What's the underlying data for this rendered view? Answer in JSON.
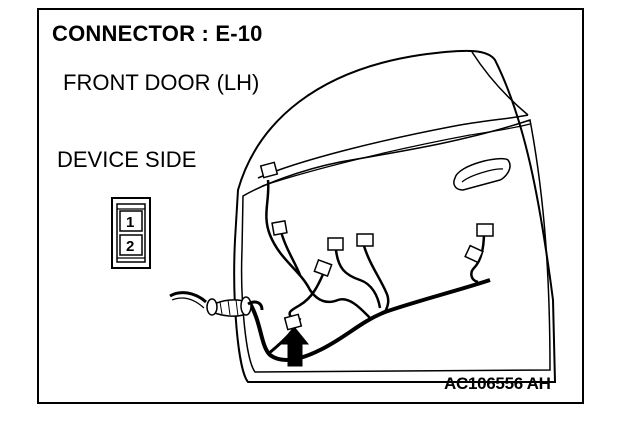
{
  "diagram": {
    "title": "CONNECTOR : E-10",
    "location_label": "FRONT DOOR (LH)",
    "side_label": "DEVICE SIDE",
    "pins": [
      "1",
      "2"
    ],
    "figure_code": "AC106556 AH"
  }
}
